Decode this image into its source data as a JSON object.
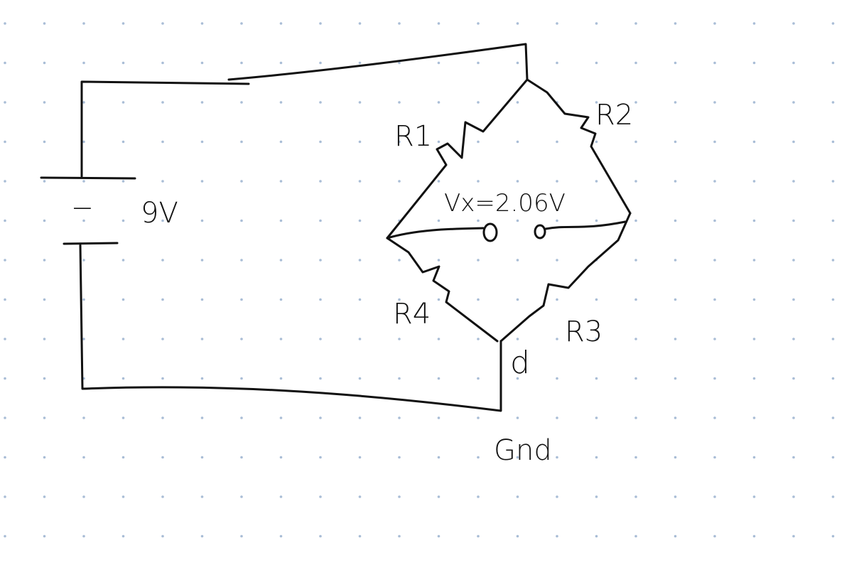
{
  "diagram": {
    "battery_minus": "−",
    "battery_voltage": "9V",
    "r1": "R1",
    "r2": "R2",
    "r3": "R3",
    "r4": "R4",
    "vx": "Vx=2.06V",
    "node_d": "d",
    "gnd": "Gnd"
  },
  "colors": {
    "grid_dot": "#a9bdd6",
    "ink": "#111111",
    "paper": "#ffffff"
  }
}
